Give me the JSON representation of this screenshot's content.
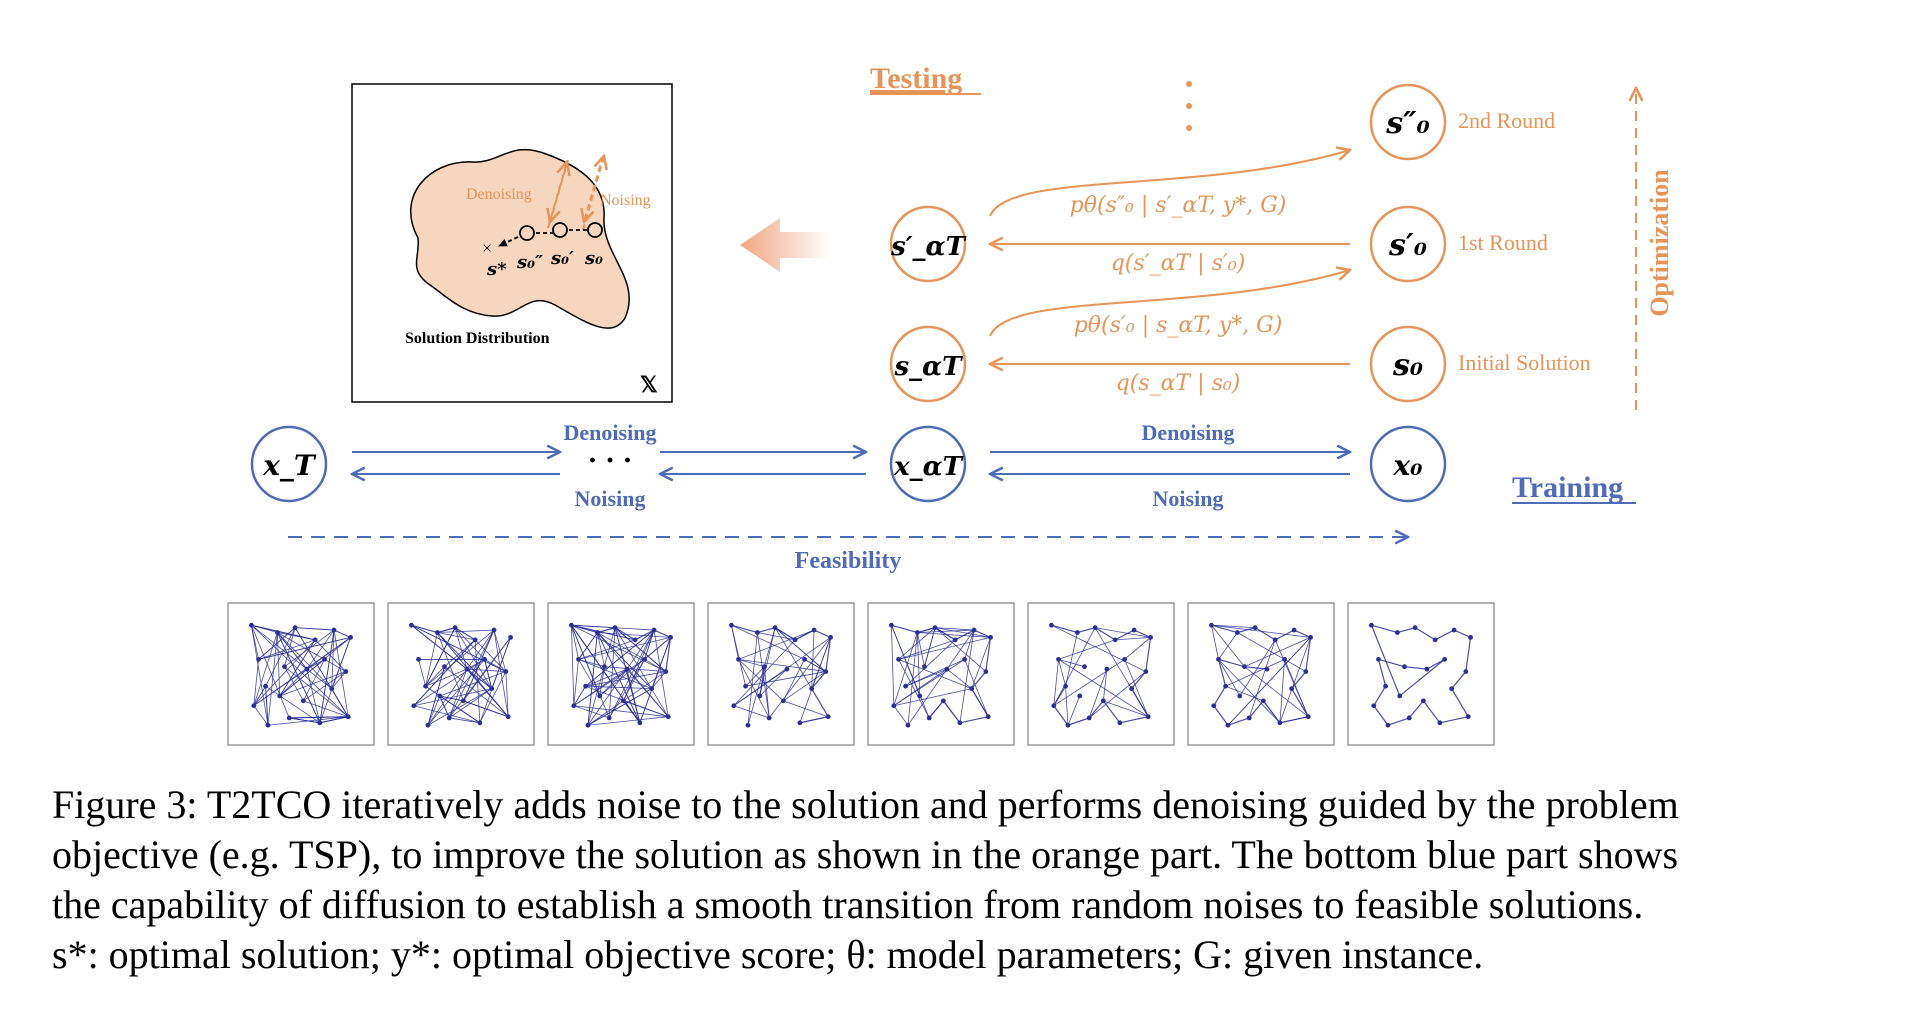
{
  "colors": {
    "orange": "#E69457",
    "blue": "#4E6BB8",
    "blob": "#F7D6BF",
    "tsp": "#2A2F97"
  },
  "headings": {
    "testing": "Testing",
    "training": "Training",
    "optimization": "Optimization",
    "feasibility": "Feasibility"
  },
  "inset": {
    "denoising": "Denoising",
    "noising": "Noising",
    "solution_distribution": "Solution Distribution",
    "space_symbol": "𝕏",
    "marks": [
      "s*",
      "s₀″",
      "s₀′",
      "s₀"
    ]
  },
  "testing_rows": [
    {
      "source": "s₀",
      "mid": "s_αT",
      "label": "Initial Solution",
      "p": "pθ(s′₀ | s_αT, y*, G)",
      "q": "q(s_αT | s₀)"
    },
    {
      "source": "s′₀",
      "mid": "s′_αT",
      "label": "1st Round",
      "p": "pθ(s″₀ | s′_αT, y*, G)",
      "q": "q(s′_αT | s′₀)"
    },
    {
      "source": "s″₀",
      "label": "2nd Round"
    }
  ],
  "training": {
    "nodes": [
      "x_T",
      "x_αT",
      "x₀"
    ],
    "denoising": "Denoising",
    "noising": "Noising",
    "ellipsis": "· · ·"
  },
  "caption": [
    "Figure 3: T2TCO iteratively adds noise to the solution and performs denoising guided by the problem",
    "objective (e.g. TSP), to improve the solution as shown in the orange part. The bottom blue part shows",
    "the capability of diffusion to establish a smooth transition from random noises to feasible solutions.",
    "s*: optimal solution; y*: optimal objective score; θ: model parameters; G: given instance."
  ],
  "tsp_panels": [
    {
      "stage": 1,
      "pattern": "dense"
    },
    {
      "stage": 2,
      "pattern": "dense"
    },
    {
      "stage": 3,
      "pattern": "dense"
    },
    {
      "stage": 4,
      "pattern": "medium"
    },
    {
      "stage": 5,
      "pattern": "medium"
    },
    {
      "stage": 6,
      "pattern": "sparse"
    },
    {
      "stage": 7,
      "pattern": "sparse"
    },
    {
      "stage": 8,
      "pattern": "tour"
    }
  ]
}
